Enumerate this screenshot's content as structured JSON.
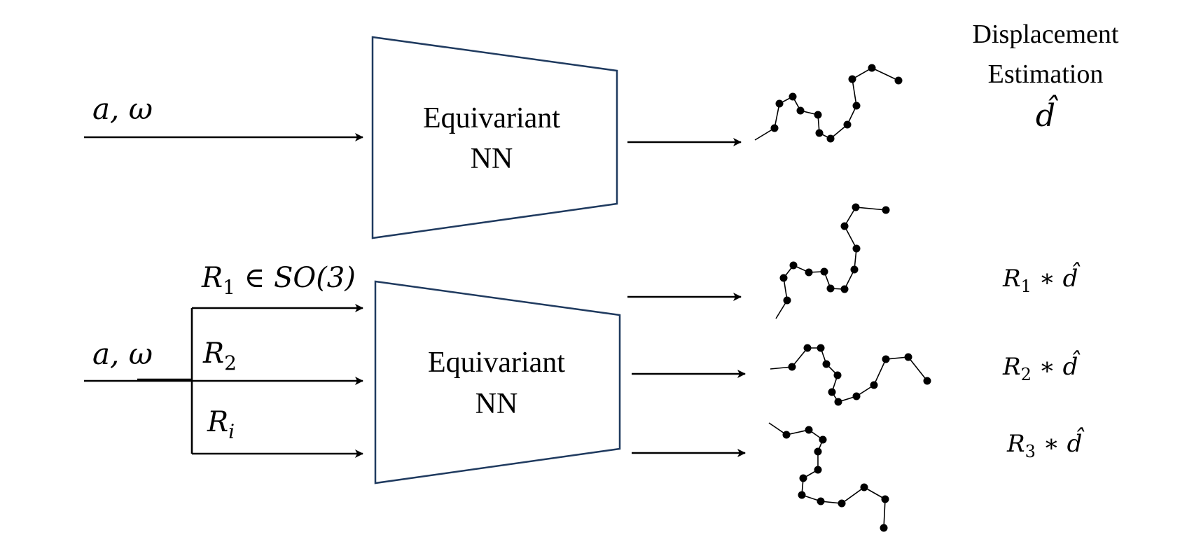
{
  "header": {
    "line1": "Displacement",
    "line2": "Estimation",
    "symbol": "d̂"
  },
  "top_branch": {
    "input_label": "a, ω",
    "nn_line1": "Equivariant",
    "nn_line2": "NN"
  },
  "bottom_branch": {
    "input_label": "a, ω",
    "rotation_1": {
      "base": "R",
      "sub": "1",
      "suffix": " ∈ SO(3)"
    },
    "rotation_2": {
      "base": "R",
      "sub": "2"
    },
    "rotation_i": {
      "base": "R",
      "sub": "i"
    },
    "nn_line1": "Equivariant",
    "nn_line2": "NN",
    "outputs": [
      {
        "base": "R",
        "sub": "1",
        "op": " ∗ ",
        "sym": "d̂"
      },
      {
        "base": "R",
        "sub": "2",
        "op": " ∗ ",
        "sym": "d̂"
      },
      {
        "base": "R",
        "sub": "3",
        "op": " ∗ ",
        "sym": "d̂"
      }
    ]
  },
  "colors": {
    "box_stroke": "#1f3a5f",
    "ink": "#000000"
  }
}
